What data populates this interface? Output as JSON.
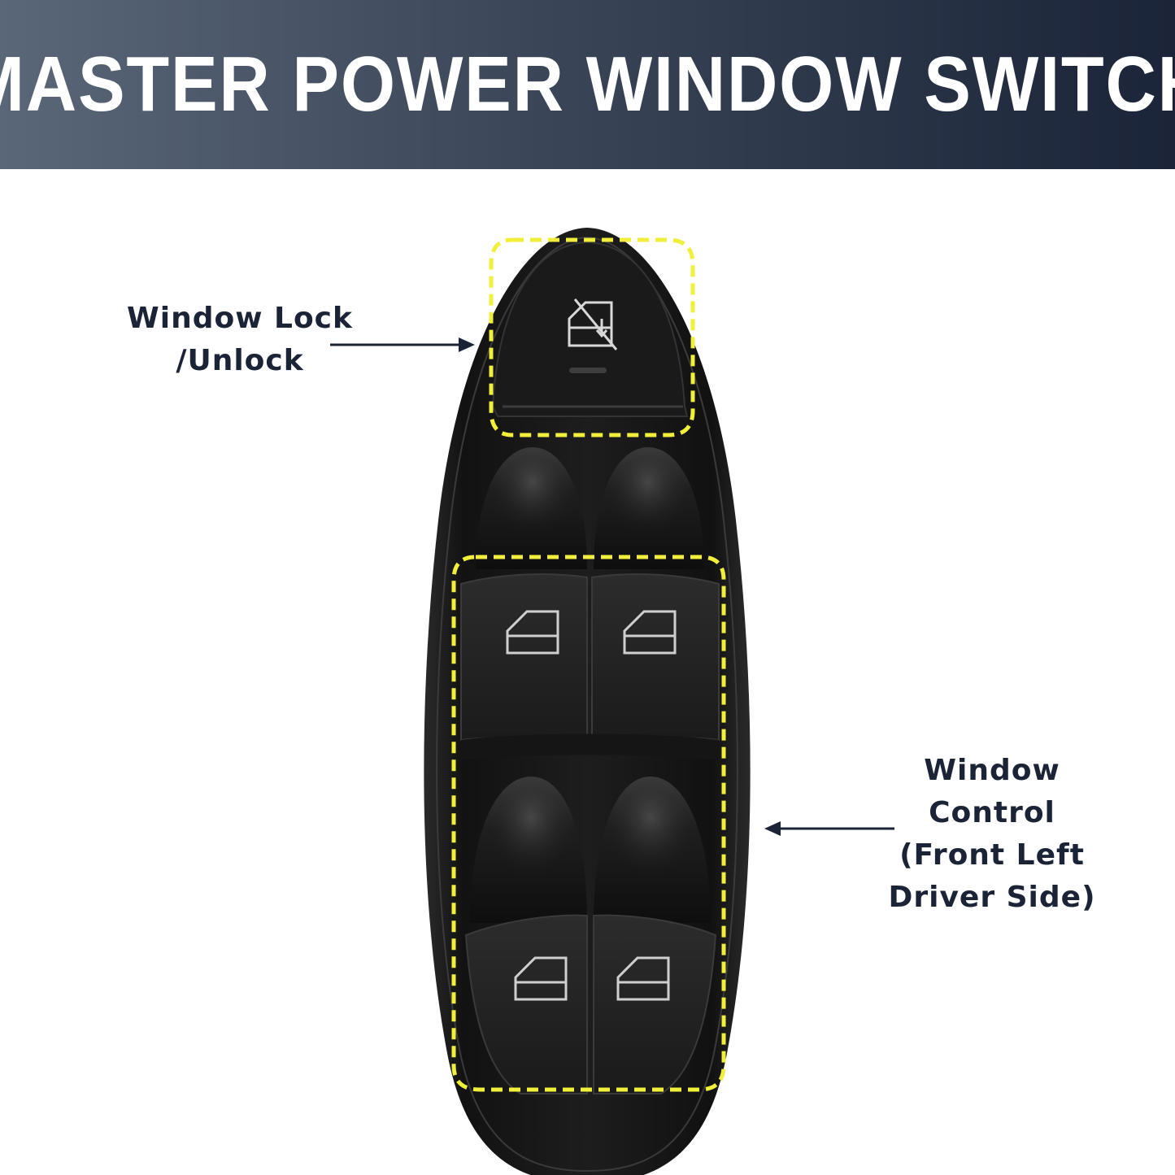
{
  "banner": {
    "title": "MASTER POWER WINDOW SWITCH",
    "gradient_colors": [
      "#5a6778",
      "#1b2438"
    ]
  },
  "callouts": {
    "lock": {
      "line1": "Window Lock",
      "line2": "/Unlock"
    },
    "control": {
      "line1": "Window",
      "line2": "Control",
      "line3": "(Front Left",
      "line4": "Driver Side)"
    }
  },
  "colors": {
    "highlight_dash": "#f2ef3a",
    "switch_body": "#1b1b1b",
    "label_text": "#1b2336",
    "arrow": "#1b2336"
  },
  "icons": [
    "window-lock-icon",
    "window-icon"
  ]
}
